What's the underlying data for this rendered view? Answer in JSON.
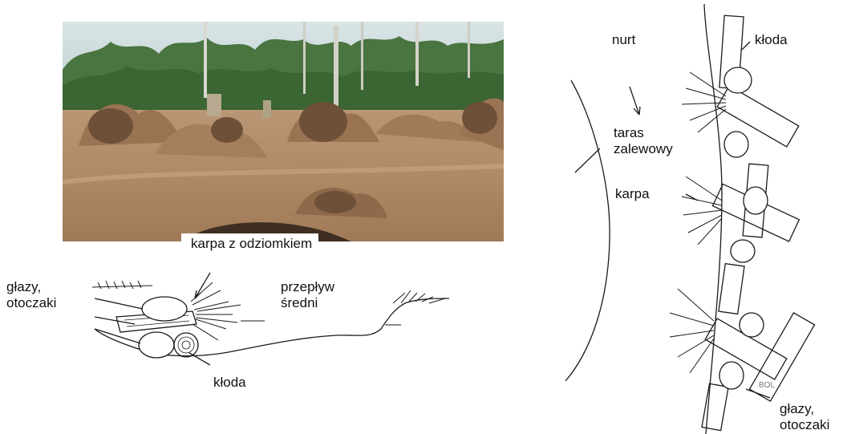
{
  "labels": {
    "karpa_z_odziomkiem": "karpa z odziomkiem",
    "glazy_otoczaki_left": "głazy,\notoczaki",
    "przeplyw_sredni": "przepływ\nśredni",
    "kloda_bottom": "kłoda",
    "nurt": "nurt",
    "kloda_top": "kłoda",
    "taras_zalewowy": "taras\nzalewowy",
    "karpa": "karpa",
    "glazy_otoczaki_right": "głazy,\notoczaki",
    "bou_fragment": "BOL"
  },
  "colors": {
    "sky": "#c9d9dc",
    "trees": "#3f6a36",
    "soil": "#b58d68",
    "ink": "#1a1a1a"
  }
}
